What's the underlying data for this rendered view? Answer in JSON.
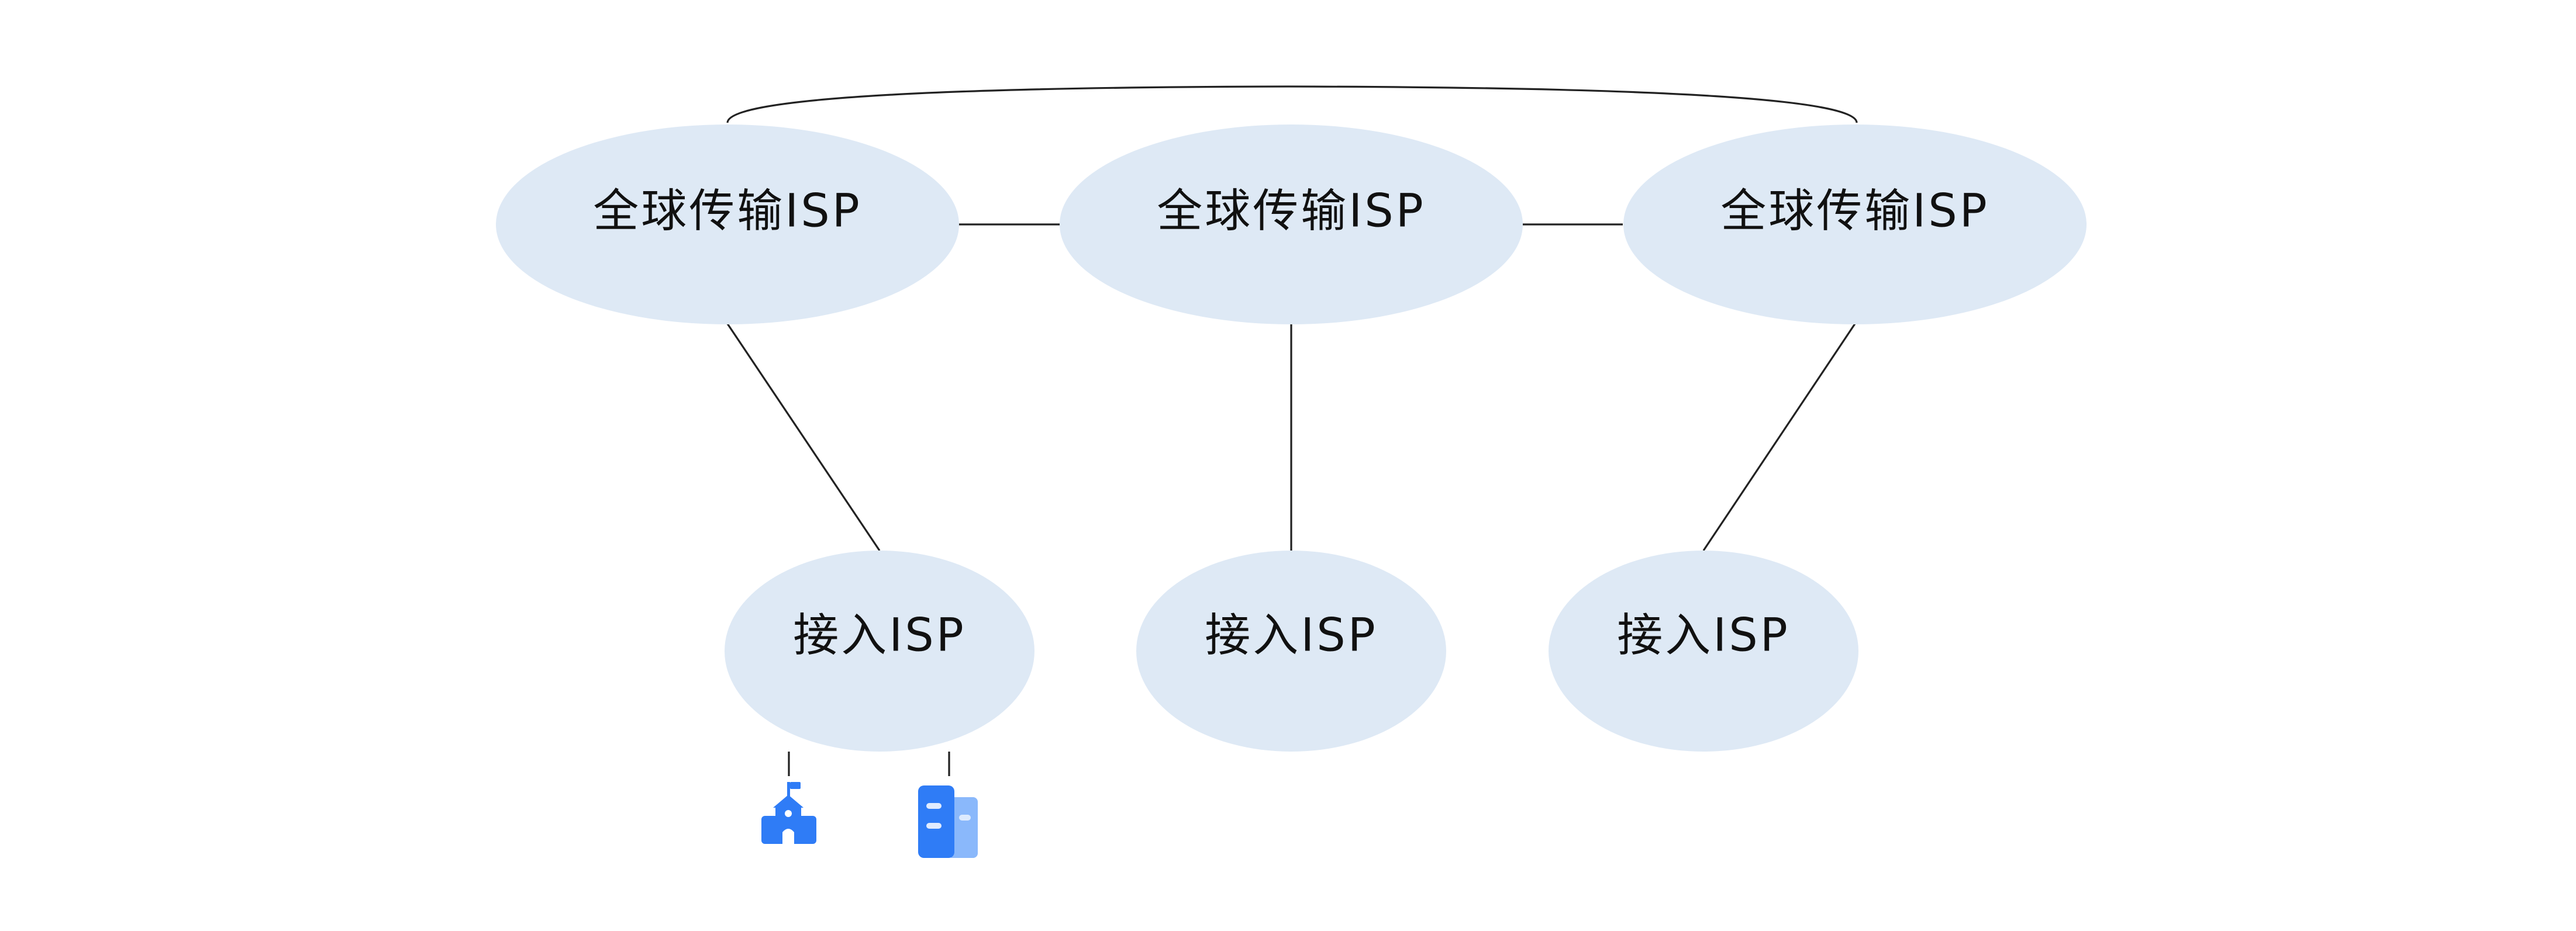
{
  "colors": {
    "node_fill": "#dee9f5",
    "edge": "#222222",
    "icon_primary": "#2f7cf6",
    "icon_secondary": "#8ab8fb"
  },
  "nodes": {
    "global_1": {
      "label": "全球传输ISP"
    },
    "global_2": {
      "label": "全球传输ISP"
    },
    "global_3": {
      "label": "全球传输ISP"
    },
    "access_1": {
      "label": "接入ISP"
    },
    "access_2": {
      "label": "接入ISP"
    },
    "access_3": {
      "label": "接入ISP"
    }
  },
  "endpoints": [
    {
      "icon": "school-icon"
    },
    {
      "icon": "office-building-icon"
    }
  ]
}
